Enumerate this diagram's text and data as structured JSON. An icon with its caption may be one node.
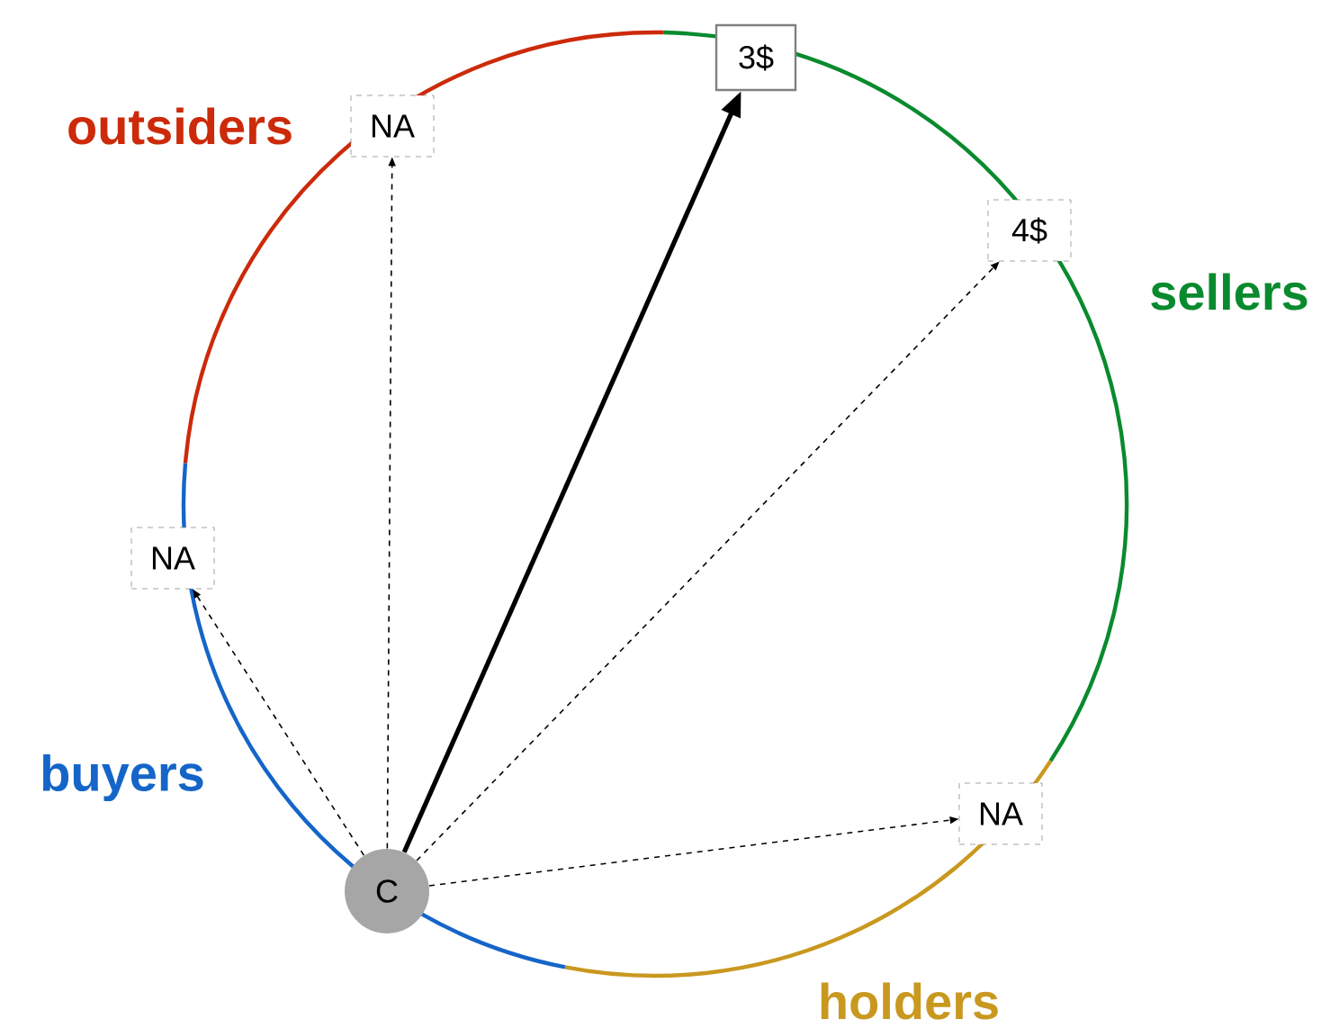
{
  "diagram": {
    "nodes": [
      {
        "text": [
          "3$"
        ]
      },
      {
        "text": [
          "NA"
        ]
      },
      {
        "text": [
          "4$"
        ]
      },
      {
        "text": [
          "NA"
        ]
      },
      {
        "text": [
          "NA"
        ]
      },
      {
        "text": [
          "C"
        ]
      }
    ],
    "edges": [
      {
        "from": 5,
        "to": 0,
        "arrow": "to",
        "style": "thick"
      },
      {
        "from": 5,
        "to": 1,
        "arrow": "to",
        "style": "dashed"
      },
      {
        "from": 5,
        "to": 2,
        "arrow": "to",
        "style": "dashed"
      },
      {
        "from": 5,
        "to": 3,
        "arrow": "to",
        "style": "dashed"
      },
      {
        "from": 5,
        "to": 4,
        "arrow": "to",
        "style": "dashed"
      }
    ],
    "labels": [
      "outsiders",
      "sellers",
      "buyers",
      "holders"
    ]
  }
}
